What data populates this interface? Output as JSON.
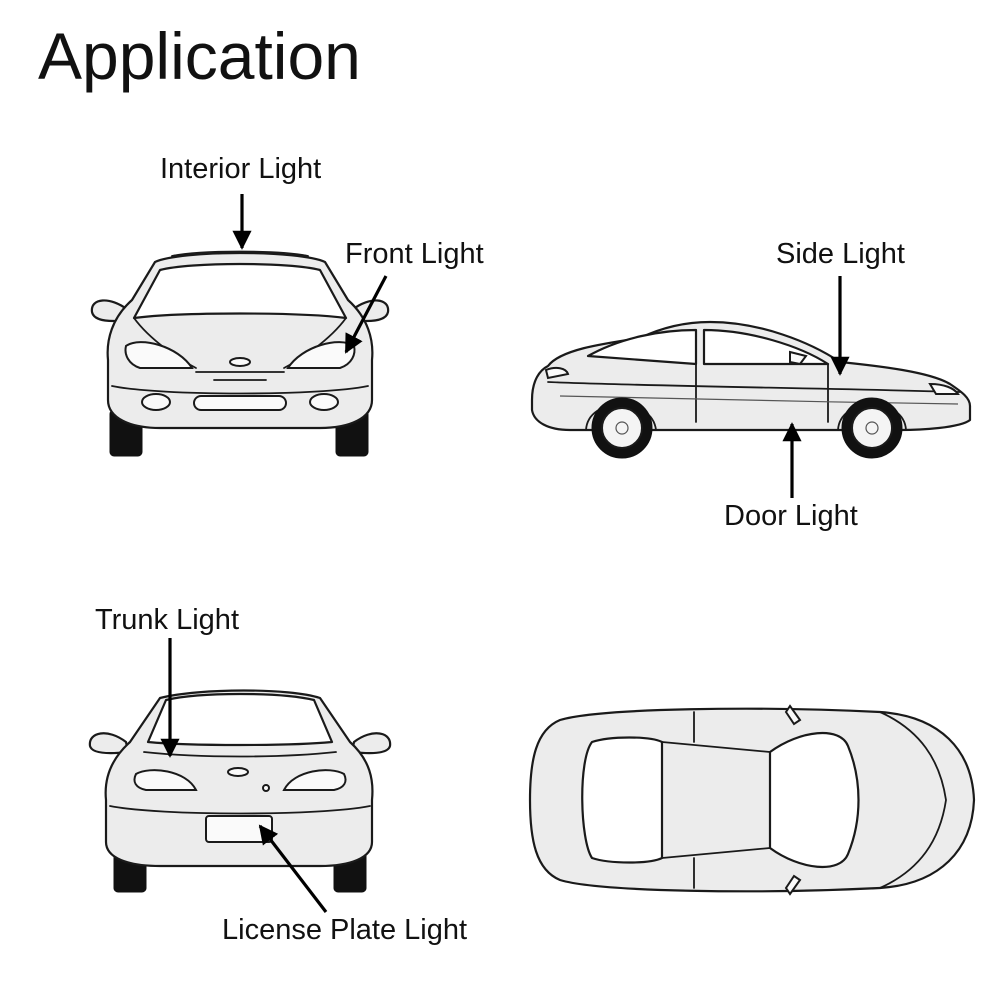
{
  "title": "Application",
  "labels": {
    "interior_light": "Interior Light",
    "front_light": "Front Light",
    "side_light": "Side Light",
    "door_light": "Door Light",
    "trunk_light": "Trunk Light",
    "license_plate_light": "License Plate Light"
  }
}
